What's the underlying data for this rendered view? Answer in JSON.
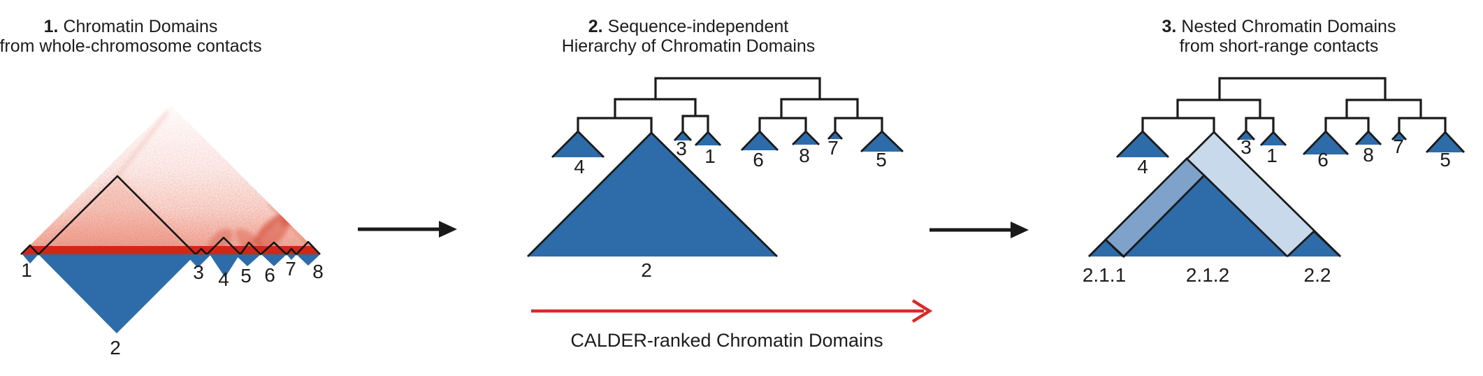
{
  "figure": {
    "panel1": {
      "step": "1.",
      "title": "Chromatin Domains",
      "subtitle": "from whole-chromosome contacts",
      "domains": [
        "1",
        "2",
        "3",
        "4",
        "5",
        "6",
        "7",
        "8"
      ]
    },
    "panel2": {
      "step": "2.",
      "title": "Sequence-independent",
      "subtitle": "Hierarchy of Chromatin Domains",
      "leaves": [
        "4",
        "2",
        "3",
        "1",
        "6",
        "8",
        "7",
        "5"
      ],
      "hierarchy": "(((4,2),(3,1)),((6,8),(7,5)))"
    },
    "panel3": {
      "step": "3.",
      "title": "Nested Chromatin Domains",
      "subtitle": "from short-range contacts",
      "leaves": [
        "4",
        "2",
        "3",
        "1",
        "6",
        "8",
        "7",
        "5"
      ],
      "nested": [
        "2.1.1",
        "2.1.2",
        "2.2"
      ],
      "hierarchy": "(((4,2),(3,1)),((6,8),(7,5)))"
    },
    "calder_label": "CALDER-ranked Chromatin Domains",
    "colors": {
      "domain_blue": "#2d6ca8",
      "medium_blue": "#7fa2cb",
      "pale_blue": "#c9d9ec",
      "heatmap_red": "#d3261b",
      "arrow_red": "#d62b28",
      "line_black": "#1a1a1a"
    }
  }
}
